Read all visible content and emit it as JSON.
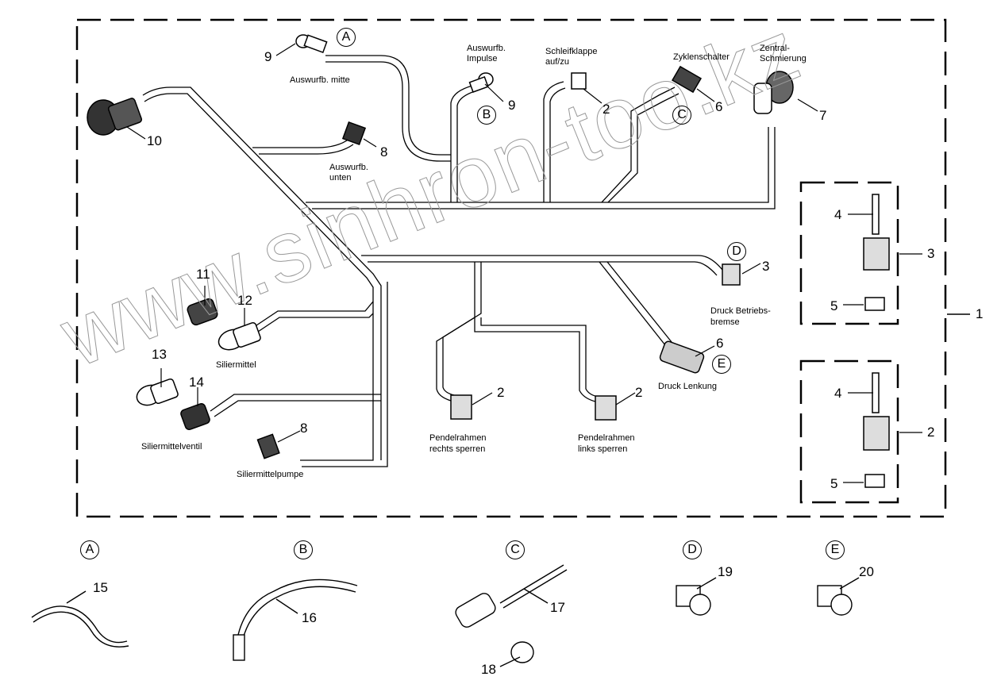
{
  "diagram": {
    "type": "wiring-harness-parts-diagram",
    "assembly_callout": "1",
    "watermark": "www.sinhron-too.kz",
    "labels": {
      "auswurfb_mitte": "Auswurfb. mitte",
      "auswurfb_impulse_1": "Auswurfb.",
      "auswurfb_impulse_2": "Impulse",
      "schleifklappe_1": "Schleifklappe",
      "schleifklappe_2": "auf/zu",
      "zyklenschalter": "Zyklenschalter",
      "zentral_1": "Zentral-",
      "zentral_2": "Schmierung",
      "auswurfb_unten_1": "Auswurfb.",
      "auswurfb_unten_2": "unten",
      "siliermittel": "Siliermittel",
      "siliermittelventil": "Siliermittelventil",
      "siliermittelpumpe": "Siliermittelpumpe",
      "pendel_rechts_1": "Pendelrahmen",
      "pendel_rechts_2": "rechts sperren",
      "pendel_links_1": "Pendelrahmen",
      "pendel_links_2": "links sperren",
      "druck_betriebs_1": "Druck Betriebs-",
      "druck_betriebs_2": "bremse",
      "druck_lenkung": "Druck Lenkung"
    },
    "callouts": {
      "c9a": "9",
      "c9b": "9",
      "c2top": "2",
      "c6top": "6",
      "c7": "7",
      "c10": "10",
      "c8top": "8",
      "c11": "11",
      "c12": "12",
      "c13": "13",
      "c14": "14",
      "c8bot": "8",
      "c2r": "2",
      "c2l": "2",
      "c3d": "3",
      "c6e": "6",
      "c4a": "4",
      "c3box": "3",
      "c5a": "5",
      "c4b": "4",
      "c2box": "2",
      "c5b": "5",
      "c1": "1",
      "c15": "15",
      "c16": "16",
      "c17": "17",
      "c18": "18",
      "c19": "19",
      "c20": "20"
    },
    "letters": {
      "A": "A",
      "B": "B",
      "C": "C",
      "D": "D",
      "E": "E"
    },
    "detail_views": [
      {
        "letter": "A",
        "parts": [
          "15"
        ]
      },
      {
        "letter": "B",
        "parts": [
          "16"
        ]
      },
      {
        "letter": "C",
        "parts": [
          "17",
          "18"
        ]
      },
      {
        "letter": "D",
        "parts": [
          "19"
        ]
      },
      {
        "letter": "E",
        "parts": [
          "20"
        ]
      }
    ]
  }
}
